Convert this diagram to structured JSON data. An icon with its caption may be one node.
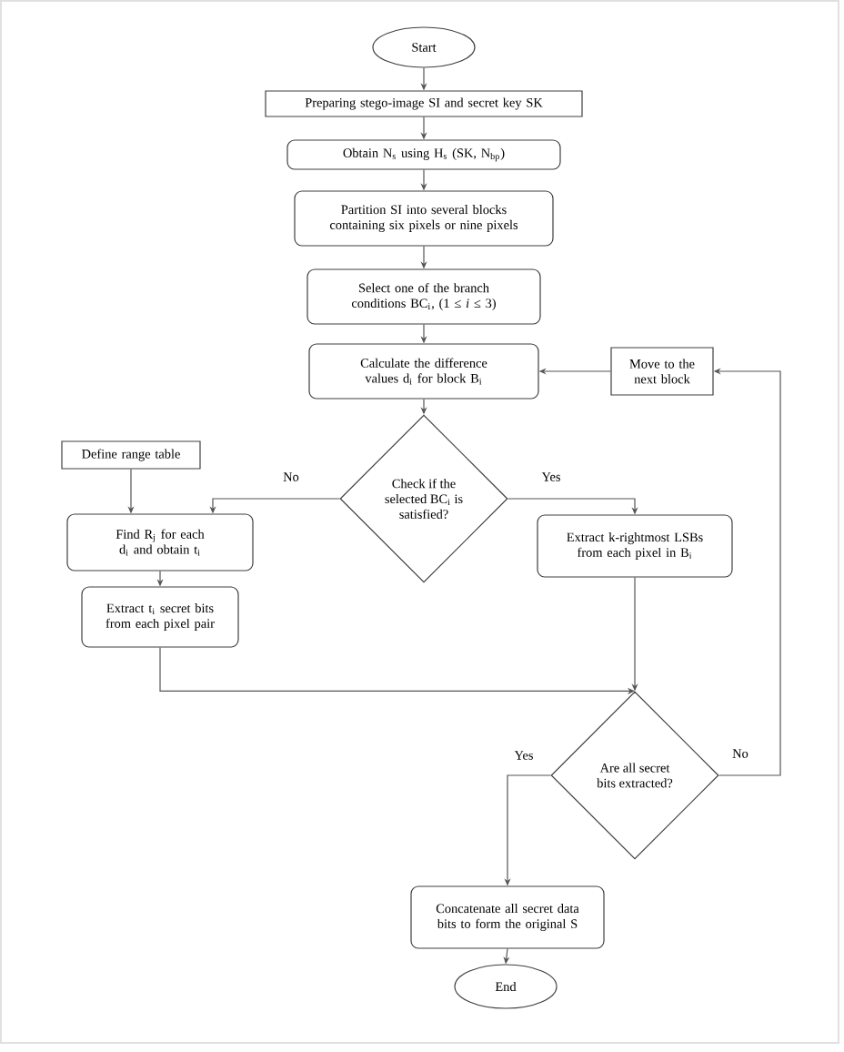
{
  "diagram": {
    "nodes": [
      {
        "text": [
          "Start"
        ]
      },
      {
        "text": [
          "Preparing stego-image SI and secret key SK"
        ]
      },
      {
        "text": [
          "Obtain N$_{s}$ using H$_{s}$ (SK, N$_{bp}$)"
        ]
      },
      {
        "text": [
          "Partition SI into several blocks containing six pixels or nine pixels"
        ]
      },
      {
        "text": [
          "Select one of the branch conditions BC$_{i}$, (1 ≤ *i* ≤ 3)"
        ]
      },
      {
        "text": [
          "Calculate the difference values d$_{i}$ for block B$_{i}$"
        ]
      },
      {
        "text": [
          "Move to the next block"
        ]
      },
      {
        "text": [
          "Define range table"
        ]
      },
      {
        "text": [
          "Check if the selected BC$_{i}$ is satisfied?"
        ]
      },
      {
        "text": [
          "Find R$_{j}$ for each d$_{i}$ and obtain t$_{i}$"
        ]
      },
      {
        "text": [
          "Extract t$_{i}$ secret bits from each pixel pair"
        ]
      },
      {
        "text": [
          "Extract k-rightmost LSBs from each pixel in B$_{i}$"
        ]
      },
      {
        "text": [
          "Are all secret bits extracted?"
        ]
      },
      {
        "text": [
          "Concatenate all secret data bits to form the original S"
        ]
      },
      {
        "text": [
          "End"
        ]
      }
    ],
    "edges": [
      {
        "from": 0,
        "to": 1,
        "arrow": "to"
      },
      {
        "from": 1,
        "to": 2,
        "arrow": "to"
      },
      {
        "from": 2,
        "to": 3,
        "arrow": "to"
      },
      {
        "from": 3,
        "to": 4,
        "arrow": "to"
      },
      {
        "from": 4,
        "to": 5,
        "arrow": "to"
      },
      {
        "from": 5,
        "to": 8,
        "arrow": "to"
      },
      {
        "from": 8,
        "to": 9,
        "arrow": "to",
        "label": "No"
      },
      {
        "from": 7,
        "to": 9,
        "arrow": "to"
      },
      {
        "from": 8,
        "to": 11,
        "arrow": "to",
        "label": "Yes"
      },
      {
        "from": 9,
        "to": 10,
        "arrow": "to"
      },
      {
        "from": 10,
        "to": 12,
        "arrow": "to"
      },
      {
        "from": 11,
        "to": 12,
        "arrow": "to"
      },
      {
        "from": 12,
        "to": 13,
        "arrow": "to",
        "label": "Yes"
      },
      {
        "from": 12,
        "to": 6,
        "arrow": "to",
        "label": "No"
      },
      {
        "from": 6,
        "to": 5,
        "arrow": "to"
      },
      {
        "from": 13,
        "to": 14,
        "arrow": "to"
      }
    ]
  }
}
